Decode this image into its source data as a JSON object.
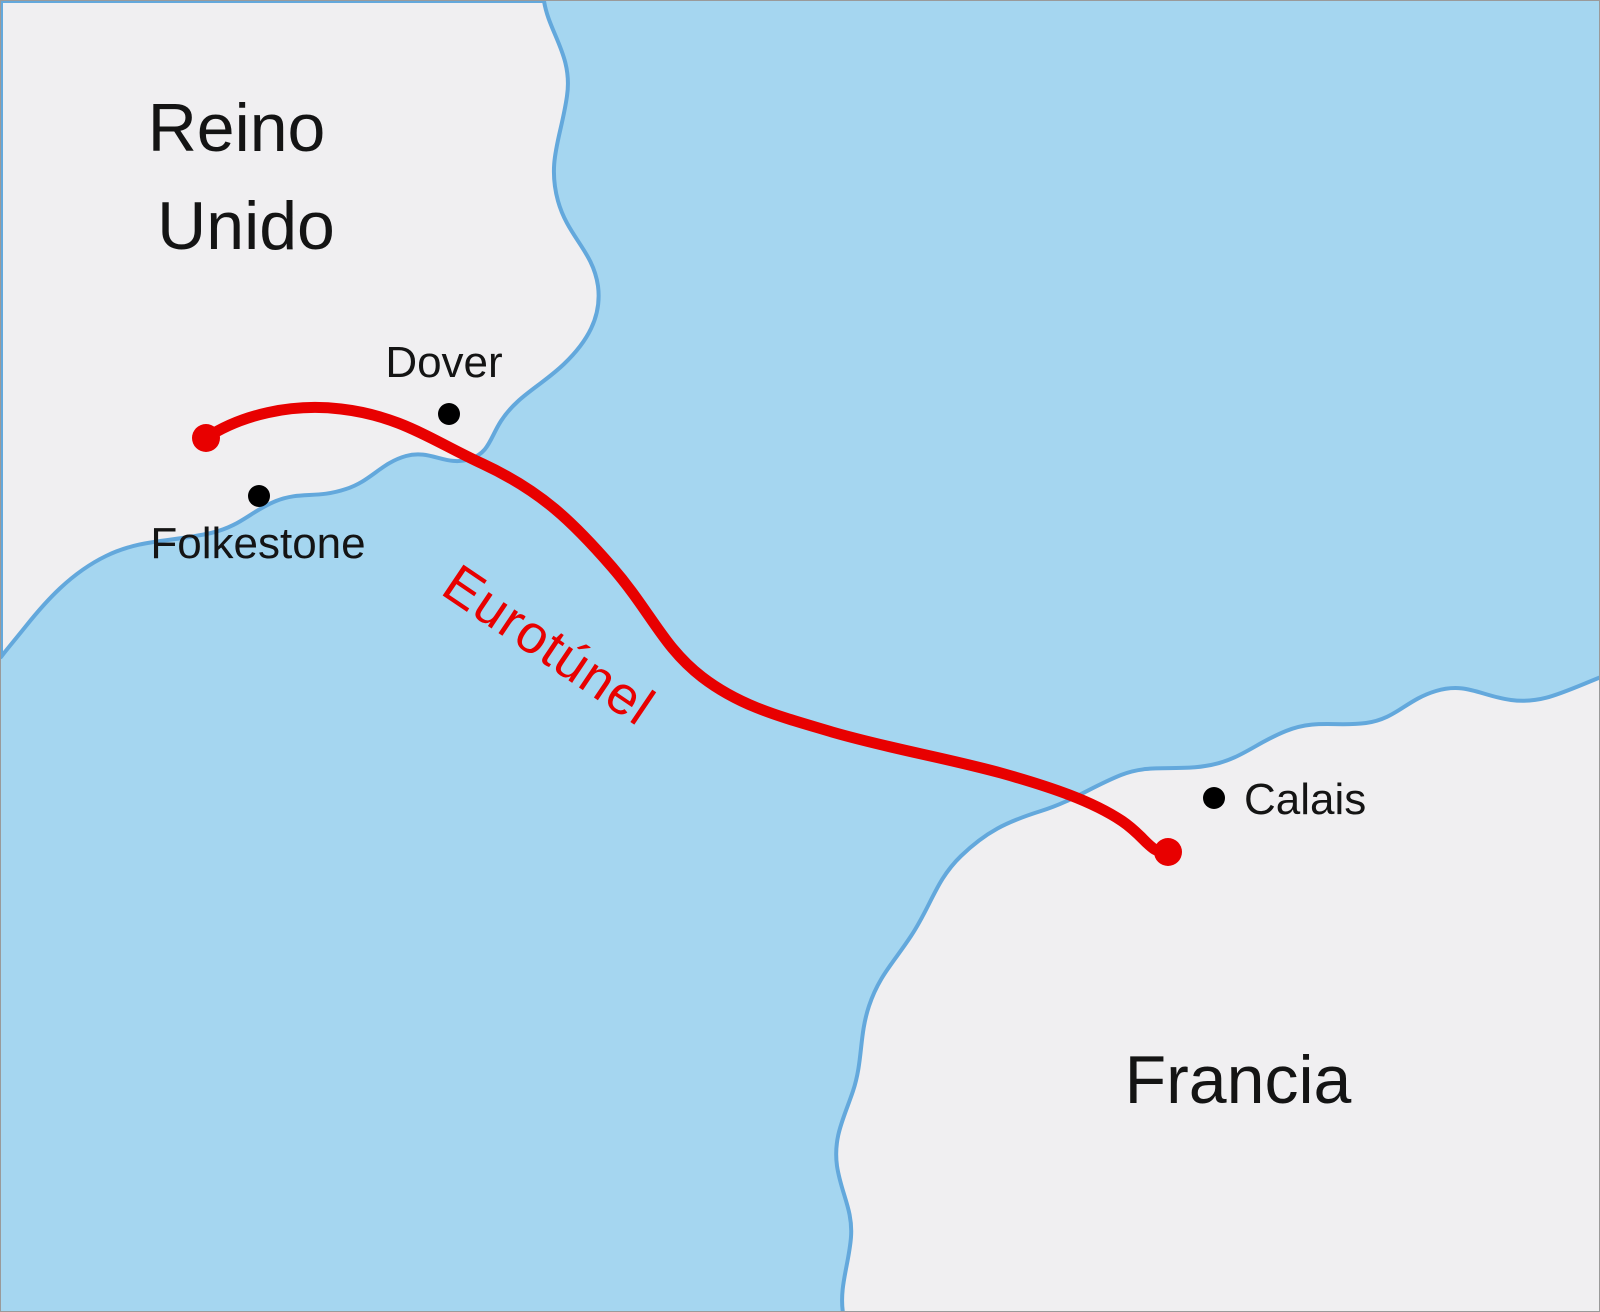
{
  "map": {
    "colors": {
      "sea": "#a5d6f0",
      "land": "#f0eff1",
      "coastline": "#63a8dc",
      "tunnel": "#e80000",
      "label_text": "#141414"
    },
    "countries": [
      {
        "id": "uk",
        "label_line1": "Reino",
        "label_line2": "Unido"
      },
      {
        "id": "france",
        "label": "Francia"
      }
    ],
    "cities": [
      {
        "name": "Dover"
      },
      {
        "name": "Folkestone"
      },
      {
        "name": "Calais"
      }
    ],
    "tunnel": {
      "label": "Eurotúnel"
    }
  }
}
